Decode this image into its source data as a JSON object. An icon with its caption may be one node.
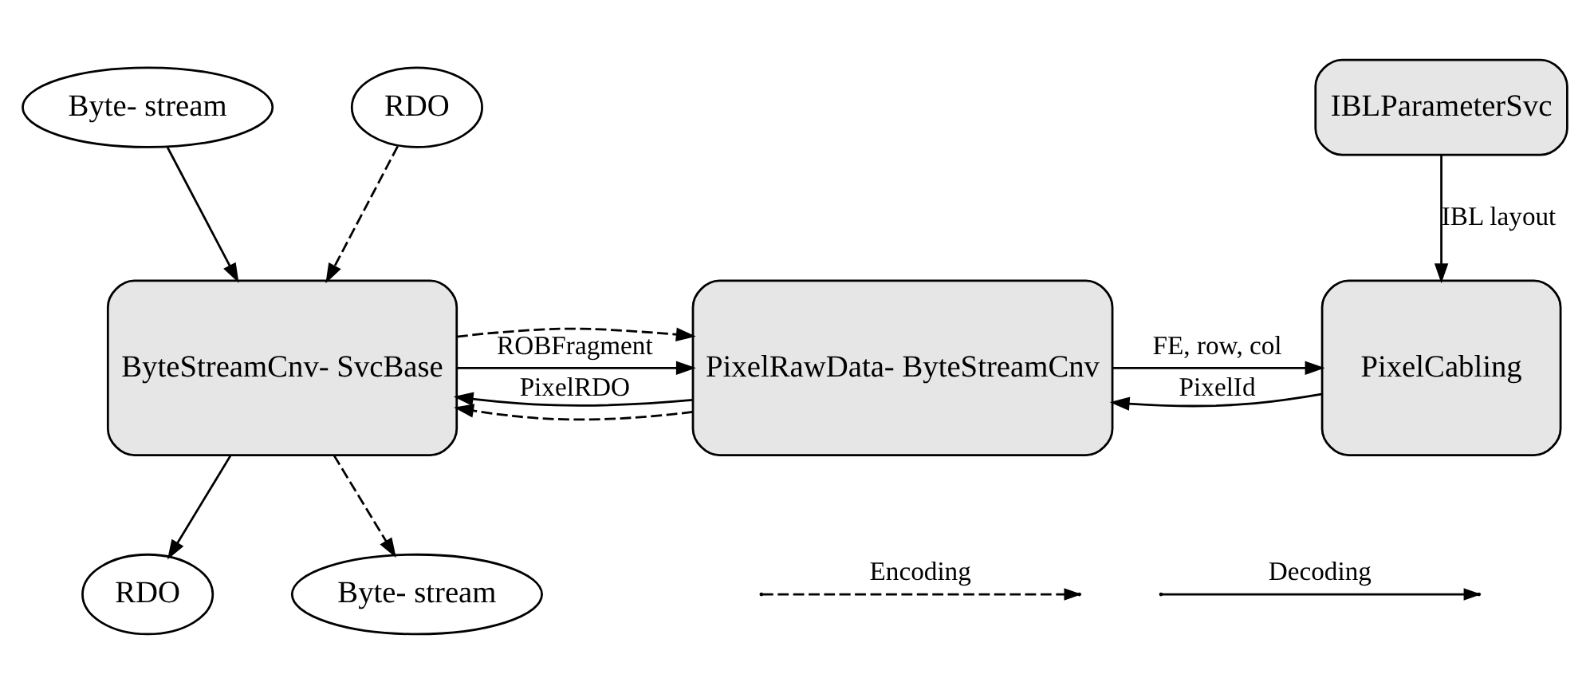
{
  "diagram": {
    "nodes": [
      {
        "text": [
          "Byte- stream"
        ]
      },
      {
        "text": [
          "RDO"
        ]
      },
      {
        "text": [
          "ByteStreamCnv- SvcBase"
        ]
      },
      {
        "text": [
          "PixelRawData- ByteStreamCnv"
        ]
      },
      {
        "text": [
          "IBLParameterSvc"
        ]
      },
      {
        "text": [
          "PixelCabling"
        ]
      },
      {
        "text": [
          "RDO"
        ]
      },
      {
        "text": [
          "Byte- stream"
        ]
      }
    ],
    "edges": [
      {
        "from": 0,
        "to": 2,
        "arrow": "to"
      },
      {
        "from": 1,
        "to": 2,
        "arrow": "to",
        "style": "dashed"
      },
      {
        "from": 2,
        "to": 3,
        "arrow": "to",
        "label": "ROBFragment"
      },
      {
        "from": 3,
        "to": 2,
        "arrow": "to",
        "label": "PixelRDO"
      },
      {
        "from": 2,
        "to": 3,
        "arrow": "to",
        "style": "dashed"
      },
      {
        "from": 3,
        "to": 2,
        "arrow": "to",
        "style": "dashed"
      },
      {
        "from": 3,
        "to": 5,
        "arrow": "to",
        "label": "FE, row, col"
      },
      {
        "from": 5,
        "to": 3,
        "arrow": "to",
        "label": "PixelId"
      },
      {
        "from": 4,
        "to": 5,
        "arrow": "to",
        "label": "IBL layout"
      },
      {
        "from": 2,
        "to": 6,
        "arrow": "to"
      },
      {
        "from": 2,
        "to": 7,
        "arrow": "to",
        "style": "dashed"
      }
    ],
    "legend": [
      {
        "text": "Encoding"
      },
      {
        "text": "Decoding"
      }
    ]
  }
}
